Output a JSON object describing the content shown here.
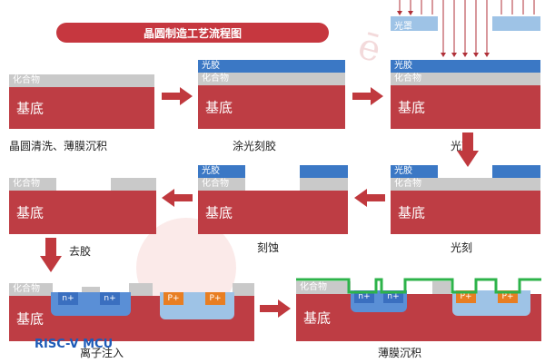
{
  "title": "晶圆制造工艺流程图",
  "labels": {
    "substrate": "基底",
    "compound": "化合物",
    "photoresist": "光胶",
    "mask": "光罩",
    "n_plus": "n+",
    "p_plus": "P+"
  },
  "captions": {
    "step1": "晶圆清洗、薄膜沉积",
    "step2": "涂光刻胶",
    "step3": "光刻",
    "step4": "光刻",
    "step5": "刻蚀",
    "step6": "去胶",
    "step7": "离子注入",
    "step8": "薄膜沉积"
  },
  "logo": "RISC-V MCU",
  "colors": {
    "substrate": "#be3d44",
    "compound": "#c9c9c9",
    "photoresist": "#3b78c5",
    "mask": "#9ec3e6",
    "arrow": "#c0393e",
    "n_plus": "#3a6fc0",
    "p_plus": "#e87e22",
    "deposited_film": "#2db34a"
  }
}
